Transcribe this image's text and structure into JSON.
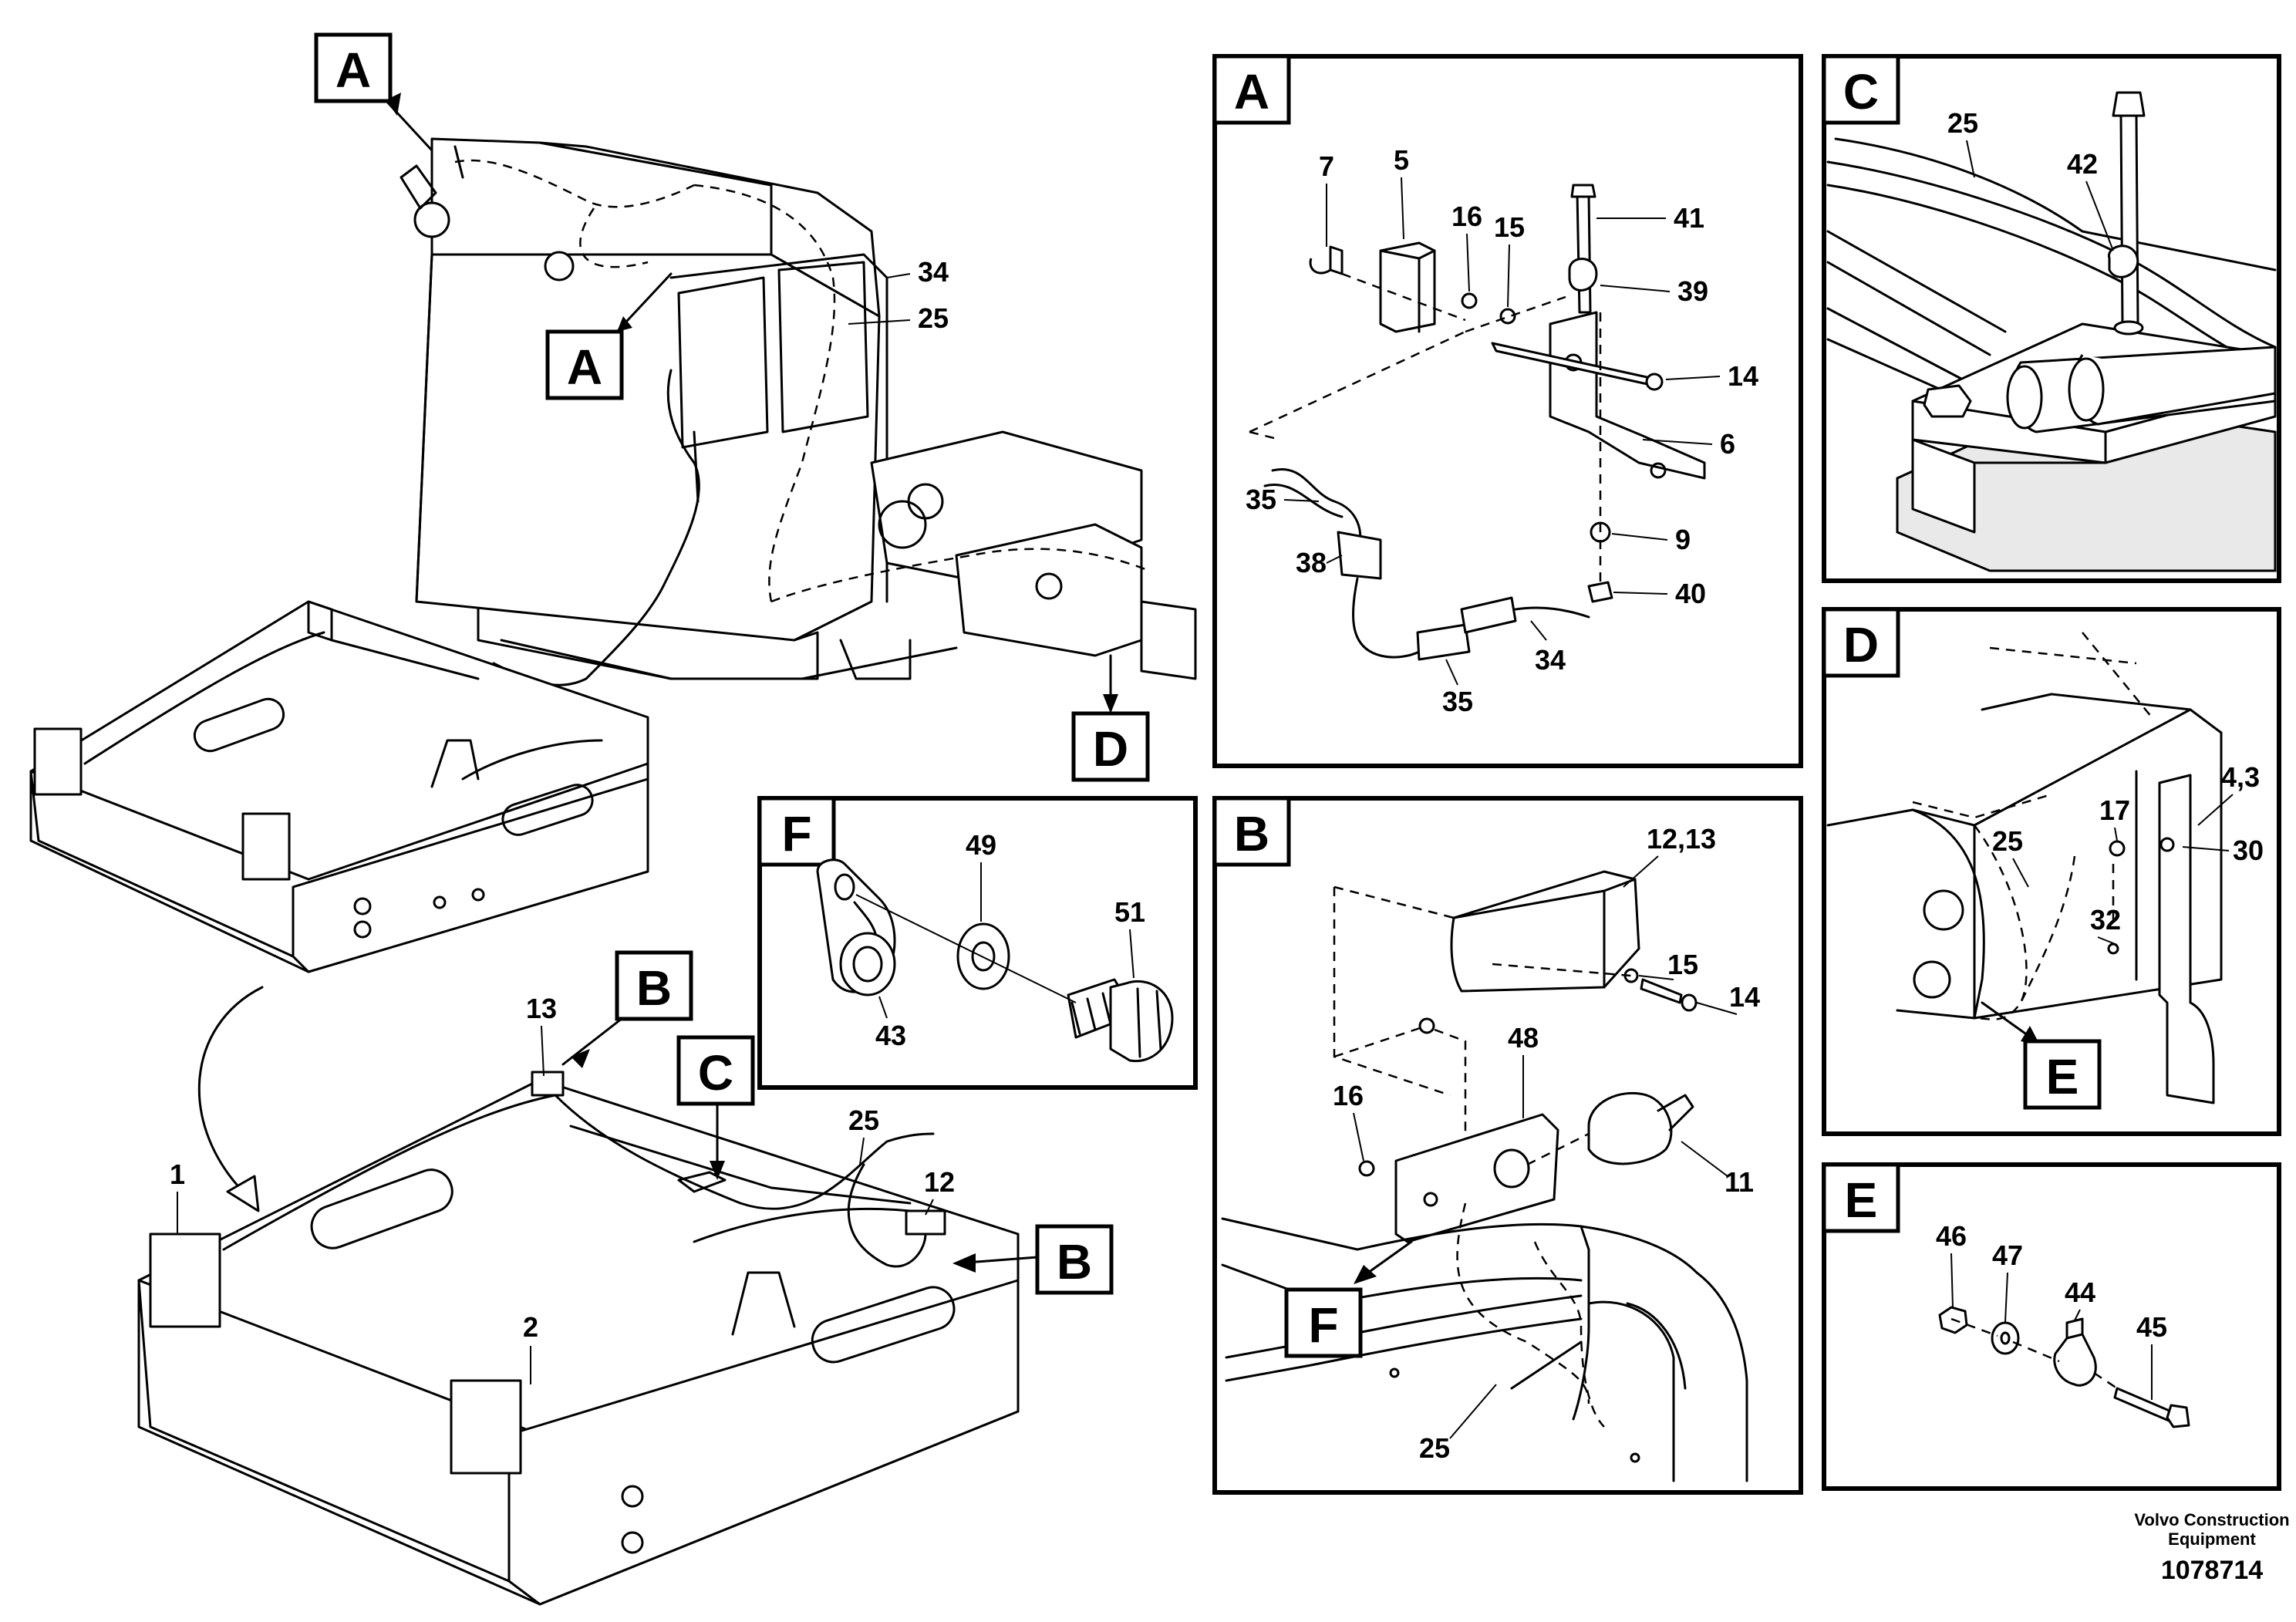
{
  "labels": {
    "view_a": "A",
    "view_b": "B",
    "view_c": "C",
    "view_d": "D",
    "view_e": "E",
    "view_f": "F"
  },
  "callouts": {
    "main_a_top": "A",
    "main_a_side": "A",
    "main_d": "D",
    "frame_b_left": "B",
    "frame_c": "C",
    "frame_b_right": "B",
    "detail_b_f": "F",
    "detail_d_e": "E"
  },
  "parts": {
    "main": {
      "p34": "34",
      "p25": "25"
    },
    "frame": {
      "p13": "13",
      "p1": "1",
      "p25": "25",
      "p12": "12",
      "p2": "2"
    },
    "view_a": {
      "p7": "7",
      "p5": "5",
      "p16": "16",
      "p15": "15",
      "p41": "41",
      "p39": "39",
      "p14": "14",
      "p6": "6",
      "p35a": "35",
      "p38": "38",
      "p9": "9",
      "p40": "40",
      "p34": "34",
      "p35b": "35"
    },
    "view_c": {
      "p25": "25",
      "p42": "42"
    },
    "view_d": {
      "p43": "4,3",
      "p17": "17",
      "p25": "25",
      "p30": "30",
      "p32": "32"
    },
    "view_e": {
      "p46": "46",
      "p47": "47",
      "p44": "44",
      "p45": "45"
    },
    "view_f": {
      "p49": "49",
      "p51": "51",
      "p43": "43"
    },
    "view_b": {
      "p1213": "12,13",
      "p15": "15",
      "p14": "14",
      "p48": "48",
      "p16": "16",
      "p11": "11",
      "p25": "25"
    }
  },
  "footer": {
    "company_line1": "Volvo Construction",
    "company_line2": "Equipment",
    "drawing_number": "1078714"
  }
}
